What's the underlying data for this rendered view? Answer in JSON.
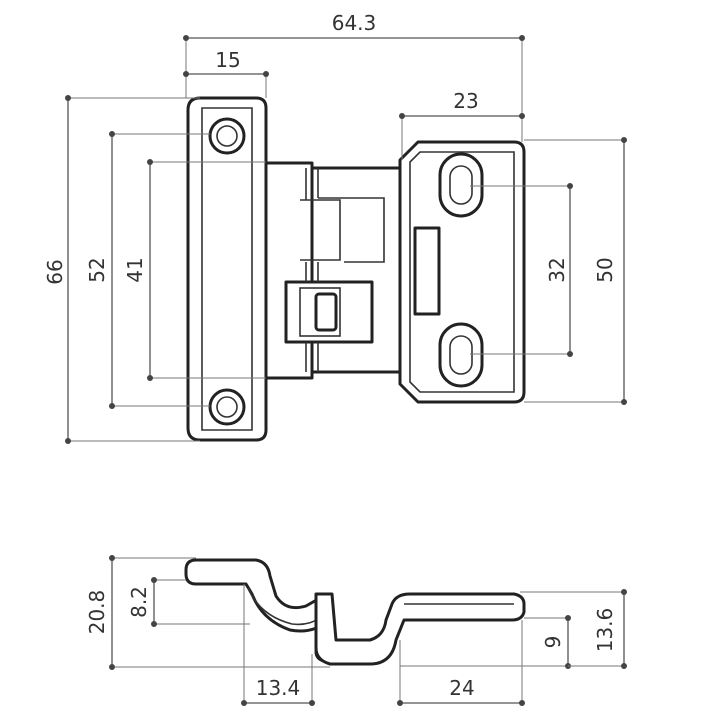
{
  "dimensions": {
    "top_width": "64.3",
    "top_plate_width": "15",
    "top_right_width": "23",
    "left_height_outer": "66",
    "left_height_mid": "52",
    "left_height_inner": "41",
    "right_height_inner": "32",
    "right_height_outer": "50",
    "side_height_total": "20.8",
    "side_height_offset": "8.2",
    "side_width_offset": "13.4",
    "side_width_right": "24",
    "side_right_height_inner": "9",
    "side_right_height_outer": "13.6"
  }
}
